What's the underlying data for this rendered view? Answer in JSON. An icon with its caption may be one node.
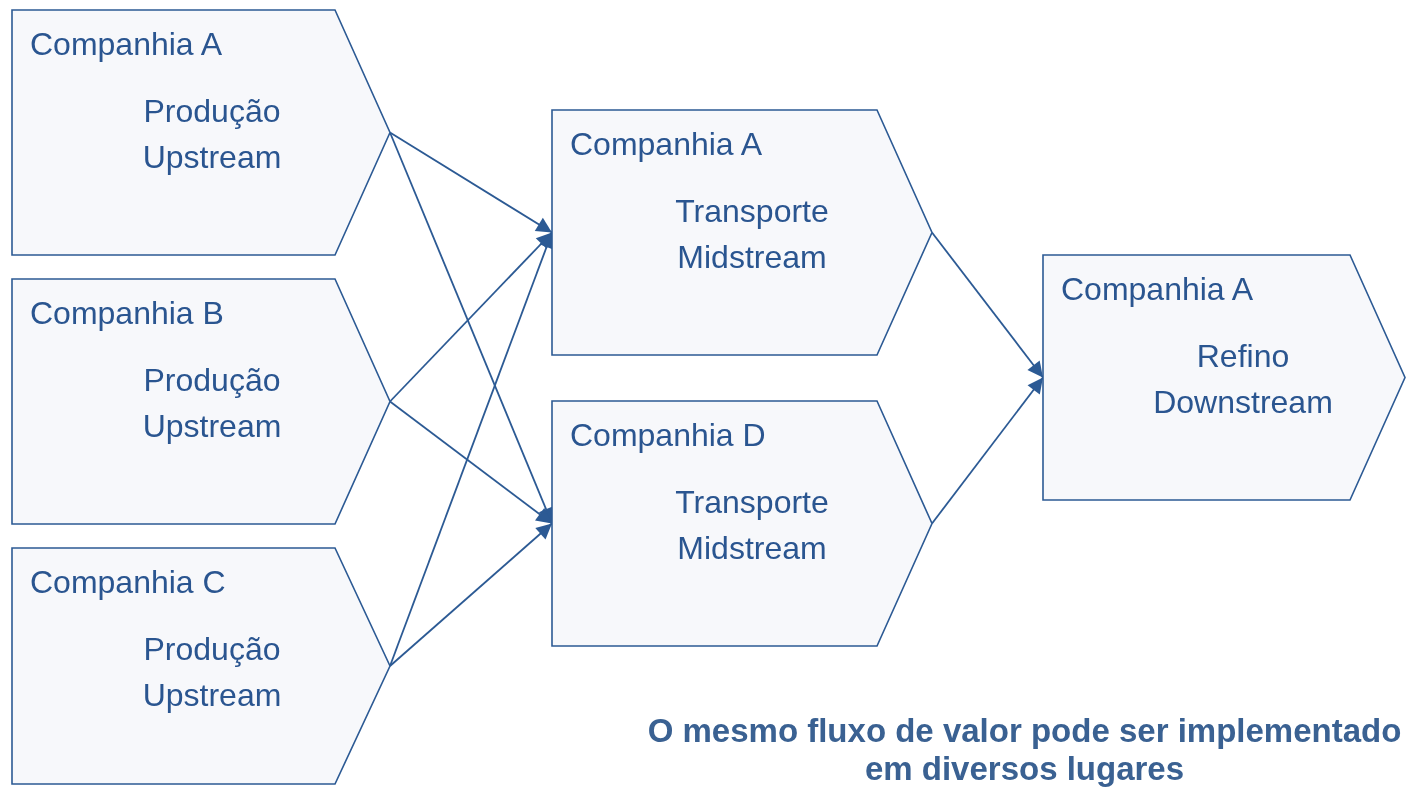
{
  "diagram": {
    "nodes": [
      {
        "text": [
          "Companhia A",
          "Produção Upstream"
        ]
      },
      {
        "text": [
          "Companhia B",
          "Produção Upstream"
        ]
      },
      {
        "text": [
          "Companhia C",
          "Produção Upstream"
        ]
      },
      {
        "text": [
          "Companhia A",
          "Transporte Midstream"
        ]
      },
      {
        "text": [
          "Companhia D",
          "Transporte Midstream"
        ]
      },
      {
        "text": [
          "Companhia A",
          "Refino Downstream"
        ]
      }
    ],
    "edges": [
      {
        "from": 0,
        "to": 3,
        "arrow": "to"
      },
      {
        "from": 0,
        "to": 4,
        "arrow": "to"
      },
      {
        "from": 1,
        "to": 3,
        "arrow": "to"
      },
      {
        "from": 1,
        "to": 4,
        "arrow": "to"
      },
      {
        "from": 2,
        "to": 3,
        "arrow": "to"
      },
      {
        "from": 2,
        "to": 4,
        "arrow": "to"
      },
      {
        "from": 3,
        "to": 5,
        "arrow": "to"
      },
      {
        "from": 4,
        "to": 5,
        "arrow": "to"
      }
    ],
    "labels": [
      "O mesmo fluxo de valor pode ser implementado em diversos lugares"
    ]
  }
}
